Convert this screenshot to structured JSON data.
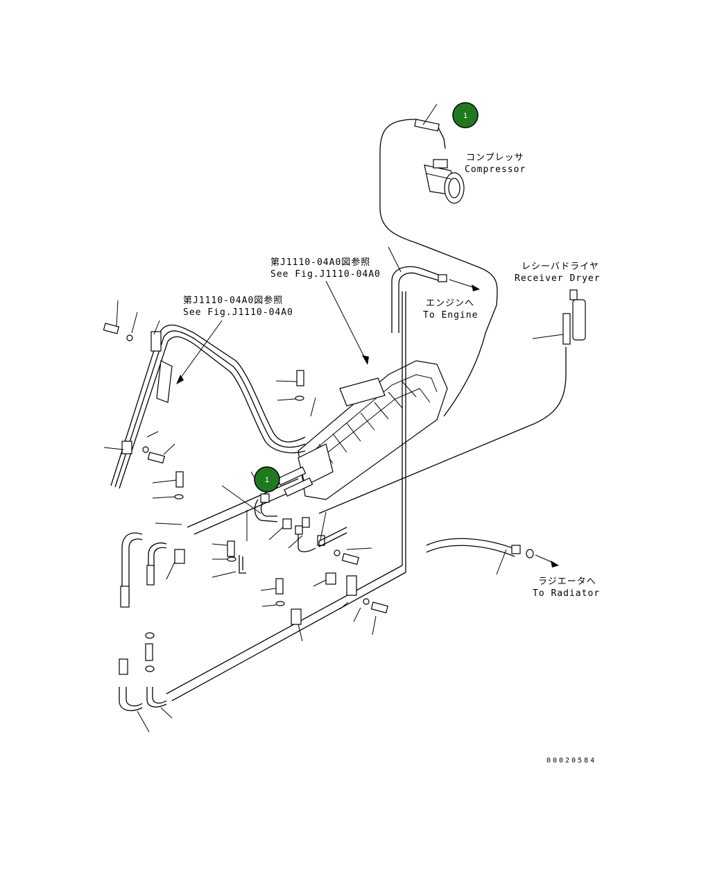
{
  "labels": {
    "compressor_jp": "コンプレッサ",
    "compressor_en": "Compressor",
    "ref_jp": "第J1110-04A0図参照",
    "ref_en": "See Fig.J1110-04A0",
    "ref2_jp": "第J1110-04A0図参照",
    "ref2_en": "See Fig.J1110-04A0",
    "engine_jp": "エンジンへ",
    "engine_en": "To Engine",
    "receiver_jp": "レシーバドライヤ",
    "receiver_en": "Receiver Dryer",
    "radiator_jp": "ラジエータへ",
    "radiator_en": "To Radiator"
  },
  "callouts": [
    {
      "number": "1",
      "color": "#1f7a1f"
    },
    {
      "number": "1",
      "color": "#1f7a1f"
    }
  ],
  "document_number": "00020584"
}
